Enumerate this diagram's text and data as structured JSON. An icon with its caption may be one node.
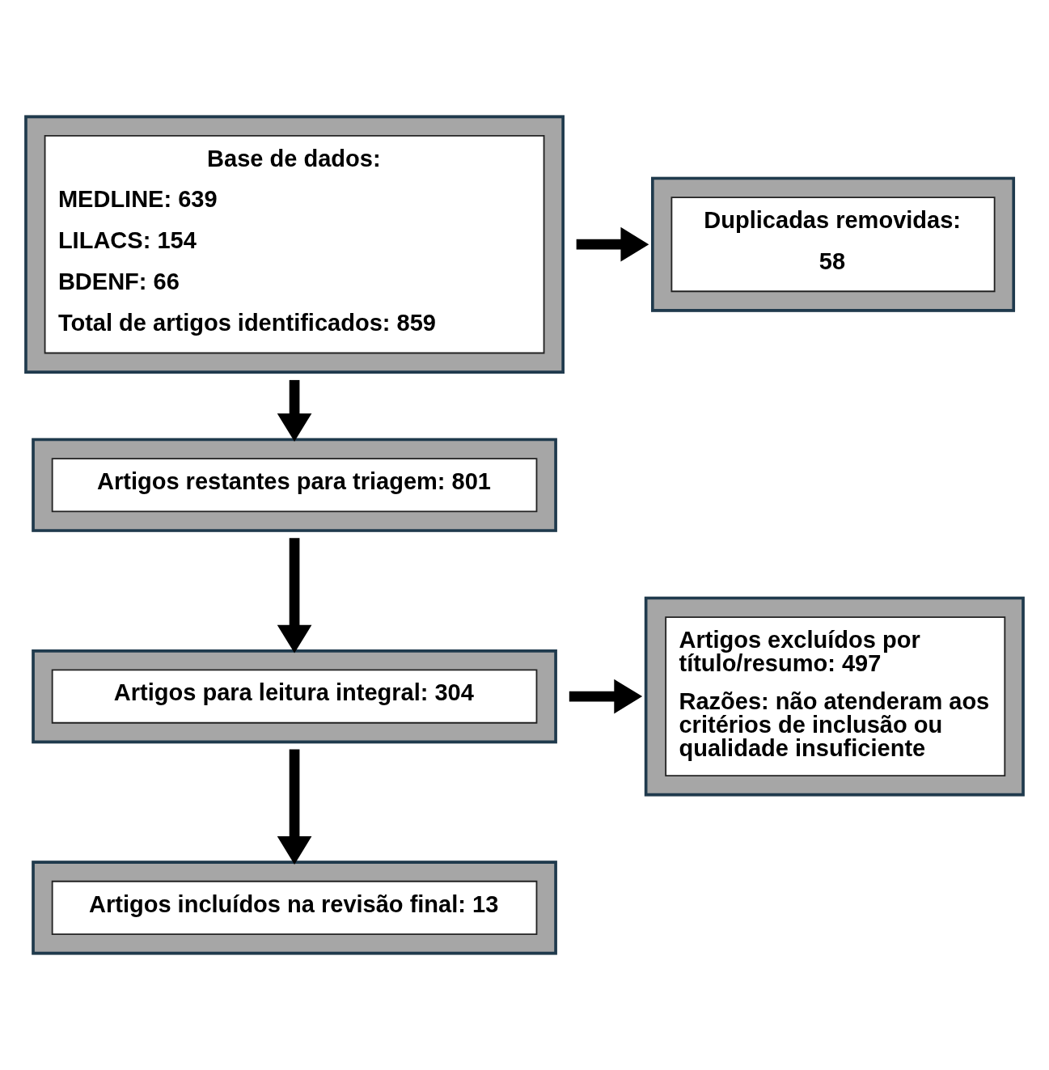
{
  "diagram": {
    "nodes": [
      {
        "text": [
          "Base de dados:",
          "MEDLINE: 639",
          "LILACS: 154",
          "BDENF: 66",
          "Total de artigos identificados: 859"
        ]
      },
      {
        "text": [
          "Duplicadas removidas:",
          "58"
        ]
      },
      {
        "text": [
          "Artigos restantes para triagem: 801"
        ]
      },
      {
        "text": [
          "Artigos para leitura integral: 304"
        ]
      },
      {
        "text": [
          "Artigos excluídos por título/resumo: 497",
          "Razões: não atenderam aos critérios de inclusão ou qualidade insuficiente"
        ]
      },
      {
        "text": [
          "Artigos incluídos na revisão final: 13"
        ]
      }
    ],
    "edges": [
      {
        "from": 0,
        "to": 1,
        "arrow": "to"
      },
      {
        "from": 0,
        "to": 2,
        "arrow": "to"
      },
      {
        "from": 2,
        "to": 3,
        "arrow": "to"
      },
      {
        "from": 3,
        "to": 4,
        "arrow": "to"
      },
      {
        "from": 3,
        "to": 5,
        "arrow": "to"
      }
    ]
  }
}
